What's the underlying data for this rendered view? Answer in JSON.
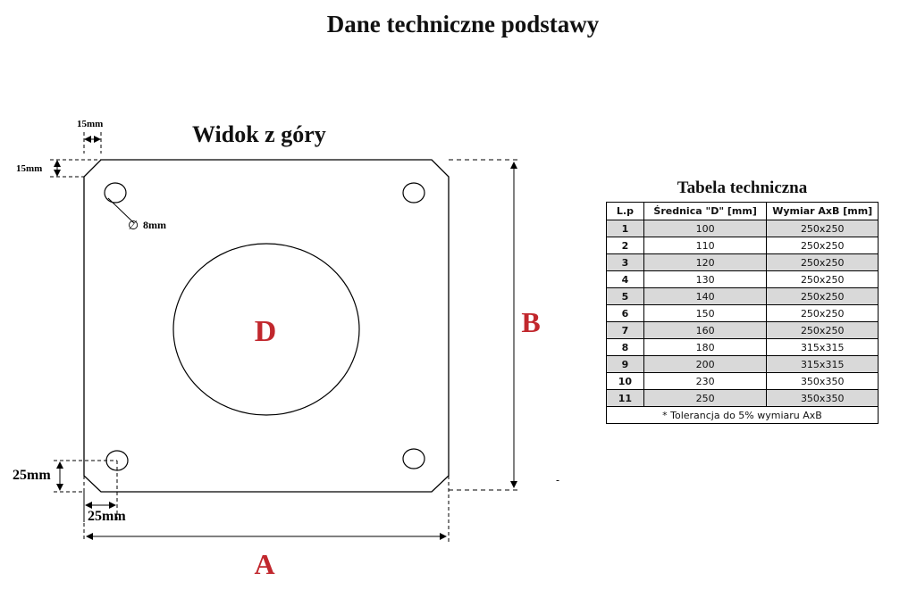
{
  "title": "Dane techniczne podstawy",
  "view_title": "Widok z góry",
  "drawing": {
    "corner_cut_top_horizontal": "15mm",
    "corner_cut_top_vertical": "15mm",
    "hole_diameter_symbol": "∅",
    "hole_diameter": "8mm",
    "center_label": "D",
    "side_label_b": "B",
    "side_label_a": "A",
    "bottom_offset_vertical": "25mm",
    "bottom_offset_horizontal": "25mm",
    "stray_mark": "-"
  },
  "table": {
    "title": "Tabela techniczna",
    "headers": [
      "L.p",
      "Średnica \"D\" [mm]",
      "Wymiar AxB [mm]"
    ],
    "rows": [
      [
        "1",
        "100",
        "250x250"
      ],
      [
        "2",
        "110",
        "250x250"
      ],
      [
        "3",
        "120",
        "250x250"
      ],
      [
        "4",
        "130",
        "250x250"
      ],
      [
        "5",
        "140",
        "250x250"
      ],
      [
        "6",
        "150",
        "250x250"
      ],
      [
        "7",
        "160",
        "250x250"
      ],
      [
        "8",
        "180",
        "315x315"
      ],
      [
        "9",
        "200",
        "315x315"
      ],
      [
        "10",
        "230",
        "350x350"
      ],
      [
        "11",
        "250",
        "350x350"
      ]
    ],
    "note": "* Tolerancja do 5% wymiaru AxB"
  }
}
